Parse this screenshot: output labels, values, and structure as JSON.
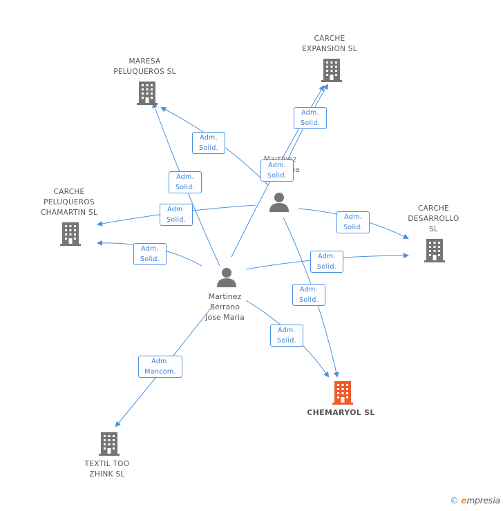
{
  "companies": {
    "maresa": {
      "label": "MARESA\nPELUQUEROS SL"
    },
    "carche_expansion": {
      "label": "CARCHE\nEXPANSION  SL"
    },
    "carche_peluqueros": {
      "label": "CARCHE\nPELUQUEROS\nCHAMARTIN SL"
    },
    "carche_desarrollo": {
      "label": "CARCHE\nDESARROLLO\nSL"
    },
    "chemaryol": {
      "label": "CHEMARYOL SL"
    },
    "textil": {
      "label": "TEXTIL TOO\nZHINK SL"
    }
  },
  "persons": {
    "main": {
      "label": "Martinez\nSerrano\nJose Maria"
    },
    "second": {
      "label": "Martinez\nJose Maria"
    }
  },
  "badges": {
    "b1": "Adm.\nSolid.",
    "b2": "Adm.\nSolid.",
    "b3": "Adm.\nSolid.",
    "b4": "Adm.\nSolid.",
    "b5": "Adm.\nSolid.",
    "b6": "Adm.\nSolid.",
    "b7": "Adm.\nSolid.",
    "b8": "Adm.\nSolid.",
    "b9": "Adm.\nSolid.",
    "b10": "Adm.\nSolid.",
    "b11": "Adm.\nMancom."
  },
  "colors": {
    "edge": "#4a90e2",
    "building": "#757575",
    "building_highlight": "#f05a28"
  },
  "footer": {
    "copyright": "©",
    "brand_e": "e",
    "brand_rest": "mpresia"
  }
}
